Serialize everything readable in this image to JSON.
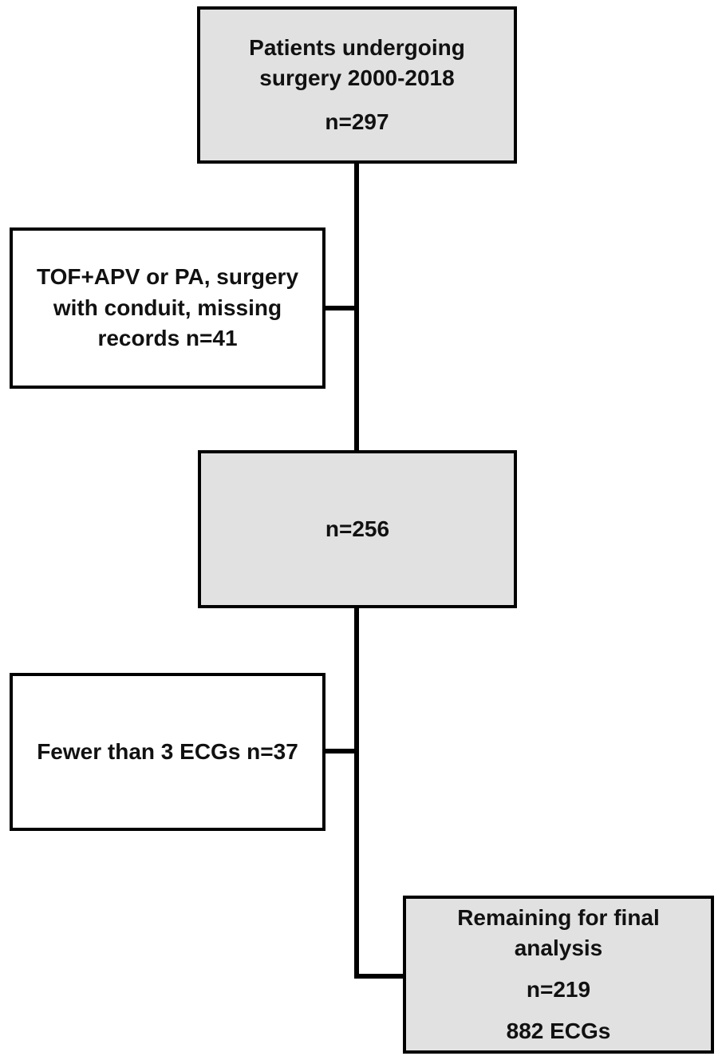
{
  "colors": {
    "box_fill": "#e1e1e1",
    "exclusion_fill": "#ffffff",
    "border": "#000000",
    "background": "#ffffff",
    "text": "#111111"
  },
  "flowchart": {
    "type": "patient-flow-diagram",
    "nodes": {
      "start": {
        "title": "Patients undergoing surgery 2000-2018",
        "count": "n=297"
      },
      "exclusion1": {
        "text": "TOF+APV or PA, surgery with conduit, missing records n=41"
      },
      "cohort": {
        "count": "n=256"
      },
      "exclusion2": {
        "text": "Fewer than 3 ECGs n=37"
      },
      "final": {
        "title": "Remaining for final analysis",
        "count": "n=219",
        "extra": "882 ECGs"
      }
    }
  }
}
